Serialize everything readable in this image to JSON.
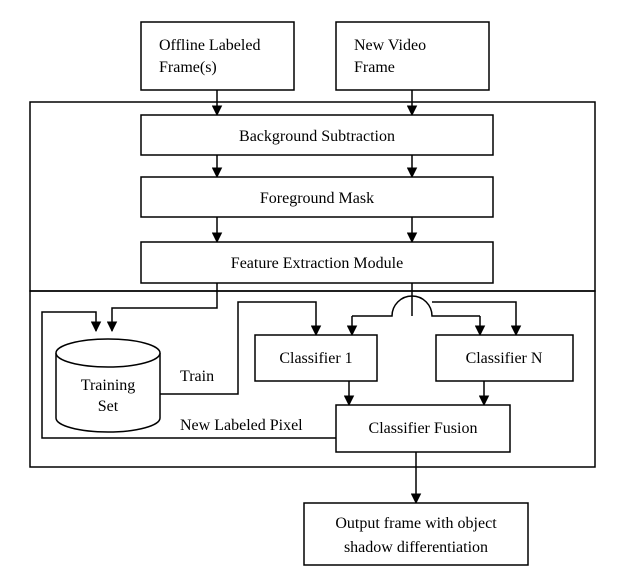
{
  "diagram": {
    "inputs": {
      "offline_labeled": [
        "Offline Labeled",
        "Frame(s)"
      ],
      "new_video": [
        "New Video",
        "Frame"
      ]
    },
    "stages": {
      "background_subtraction": "Background Subtraction",
      "foreground_mask": "Foreground Mask",
      "feature_extraction": "Feature Extraction Module"
    },
    "training_set": [
      "Training",
      "Set"
    ],
    "train_label": "Train",
    "classifier_1": "Classifier 1",
    "classifier_n": "Classifier N",
    "new_labeled_pixel": "New Labeled Pixel",
    "classifier_fusion": "Classifier Fusion",
    "output": [
      "Output frame with object",
      "shadow differentiation"
    ]
  }
}
